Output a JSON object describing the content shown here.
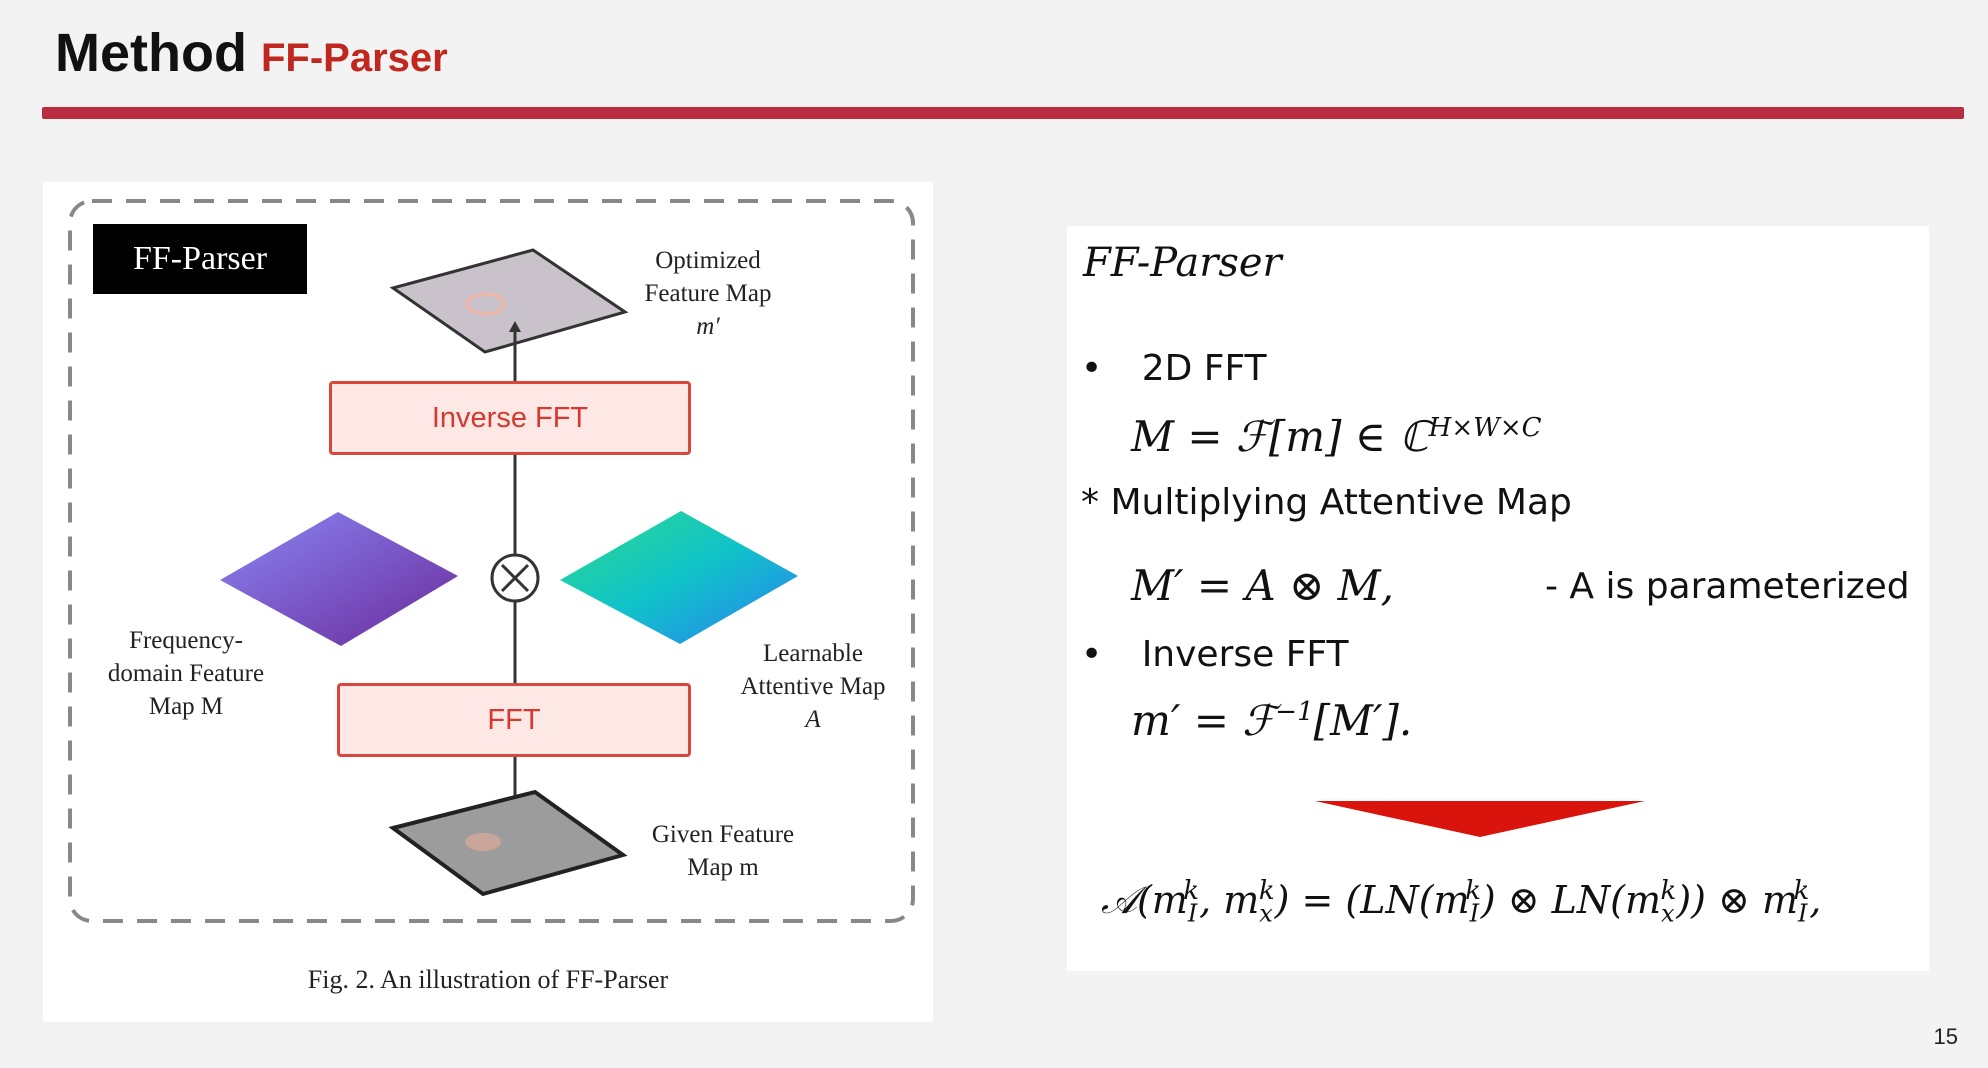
{
  "header": {
    "title": "Method",
    "subtitle": "FF-Parser"
  },
  "figure": {
    "badge": "FF-Parser",
    "inverse_fft_label": "Inverse FFT",
    "fft_label": "FFT",
    "optimized_label_1": "Optimized",
    "optimized_label_2": "Feature Map",
    "optimized_label_3": "m′",
    "freq_label_1": "Frequency-",
    "freq_label_2": "domain Feature",
    "freq_label_3": "Map M",
    "learnable_label_1": "Learnable",
    "learnable_label_2": "Attentive Map",
    "learnable_label_3": "A",
    "given_label_1": "Given Feature",
    "given_label_2": "Map m",
    "caption": "Fig. 2.   An illustration of FF-Parser",
    "colors": {
      "box_border": "#d9463c",
      "box_fill": "#fde8e6",
      "purple": "#7a4fe0",
      "teal": "#17c5bf"
    }
  },
  "panel": {
    "heading": "FF-Parser",
    "bullet1": "2D FFT",
    "eq1": "M = ℱ[m] ∈ ℂ",
    "eq1_sup": "H×W×C",
    "star_line": "* Multiplying Attentive Map",
    "eq2": "M′ = A ⊗ M,",
    "eq2_note": "- A is parameterized",
    "bullet2": "Inverse FFT",
    "eq3": "m′ = ℱ",
    "eq3_sup": "−1",
    "eq3_tail": "[M′].",
    "eq4": "𝒜(m",
    "eq4_full": "𝒜(m_I^k, m_x^k) = (LN(m_I^k) ⊗ LN(m_x^k)) ⊗ m_I^k,",
    "arrow_color": "#d8140c"
  },
  "page_number": "15"
}
